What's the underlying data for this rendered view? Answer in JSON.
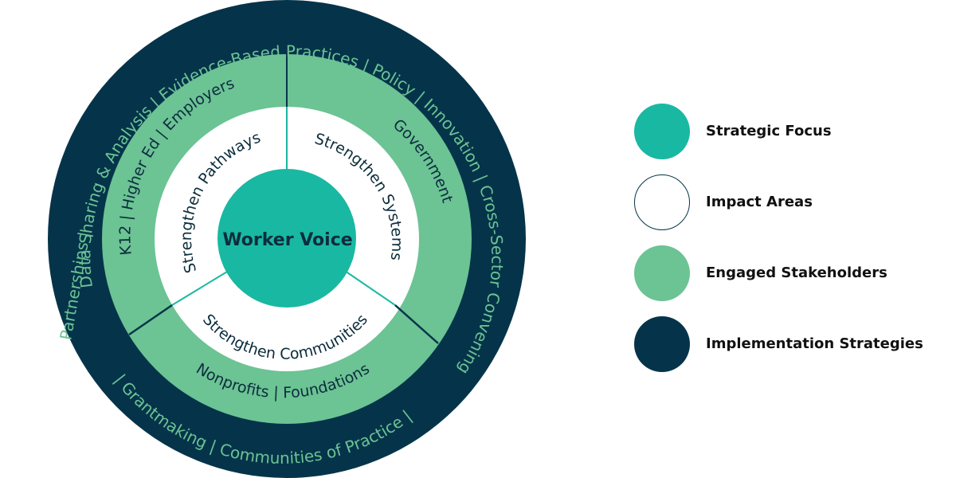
{
  "colors": {
    "strategic_focus": "#19b8a2",
    "impact_areas": "#ffffff",
    "engaged_stakeholders": "#6cc394",
    "implementation_strategies": "#05344a",
    "ring_text_outer": "#6cc394",
    "dark_text": "#0c2d3d"
  },
  "center": {
    "label": "Worker Voice"
  },
  "impact_areas": [
    {
      "label": "Strengthen Pathways"
    },
    {
      "label": "Strengthen Systems"
    },
    {
      "label": "Strengthen Communities"
    }
  ],
  "stakeholders": [
    {
      "label": "K12  |  Higher Ed  |  Employers"
    },
    {
      "label": "Government"
    },
    {
      "label": "Nonprofits  |  Foundations"
    }
  ],
  "strategies": {
    "top": "Data Sharing & Analysis  |  Evidence-Based Practices  |  Policy  |  Innovation  |  Cross-Sector Convening",
    "bottom": "|  Grantmaking  |  Communities of Practice  |",
    "left": "Partnerships  |"
  },
  "legend": [
    {
      "label": "Strategic Focus",
      "icon": "circle-teal"
    },
    {
      "label": "Impact Areas",
      "icon": "circle-white"
    },
    {
      "label": "Engaged Stakeholders",
      "icon": "circle-green"
    },
    {
      "label": "Implementation Strategies",
      "icon": "circle-navy"
    }
  ]
}
